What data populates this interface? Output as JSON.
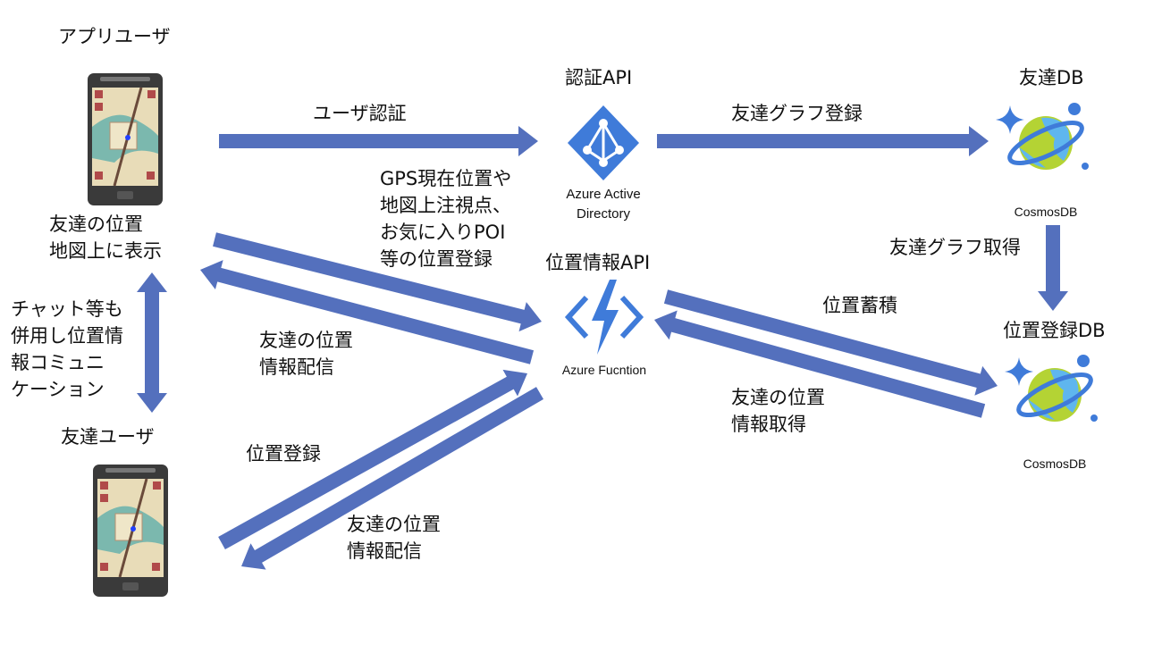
{
  "colors": {
    "arrow": "#5470bd",
    "azure_blue": "#3f7bd9",
    "cosmos_green": "#b4d334",
    "cosmos_light": "#5fb6ee"
  },
  "nodes": {
    "app_user": {
      "title": "アプリユーザ",
      "caption": [
        "友達の位置",
        "地図上に表示"
      ],
      "icon": "smartphone-map-icon"
    },
    "friend_user": {
      "title": "友達ユーザ",
      "icon": "smartphone-map-icon"
    },
    "auth_api": {
      "title": "認証API",
      "caption": [
        "Azure Active",
        "Directory"
      ],
      "icon": "azure-active-directory-icon"
    },
    "location_api": {
      "title": "位置情報API",
      "caption": [
        "Azure Fucntion"
      ],
      "icon": "azure-functions-icon"
    },
    "friend_db": {
      "title": "友達DB",
      "caption": [
        "CosmosDB"
      ],
      "icon": "cosmosdb-icon"
    },
    "location_db": {
      "title": "位置登録DB",
      "caption": [
        "CosmosDB"
      ],
      "icon": "cosmosdb-icon"
    }
  },
  "edges": {
    "user_auth": "ユーザ認証",
    "friend_graph_register": "友達グラフ登録",
    "friend_graph_fetch": "友達グラフ取得",
    "location_register_app": [
      "GPS現在位置や",
      "地図上注視点、",
      "お気に入りPOI",
      "等の位置登録"
    ],
    "deliver_to_app": [
      "友達の位置",
      "情報配信"
    ],
    "chat": [
      "チャット等も",
      "併用し位置情",
      "報コミュニ",
      "ケーション"
    ],
    "register_friend": "位置登録",
    "deliver_to_friend": [
      "友達の位置",
      "情報配信"
    ],
    "store": "位置蓄積",
    "fetch_friend_location": [
      "友達の位置",
      "情報取得"
    ]
  }
}
